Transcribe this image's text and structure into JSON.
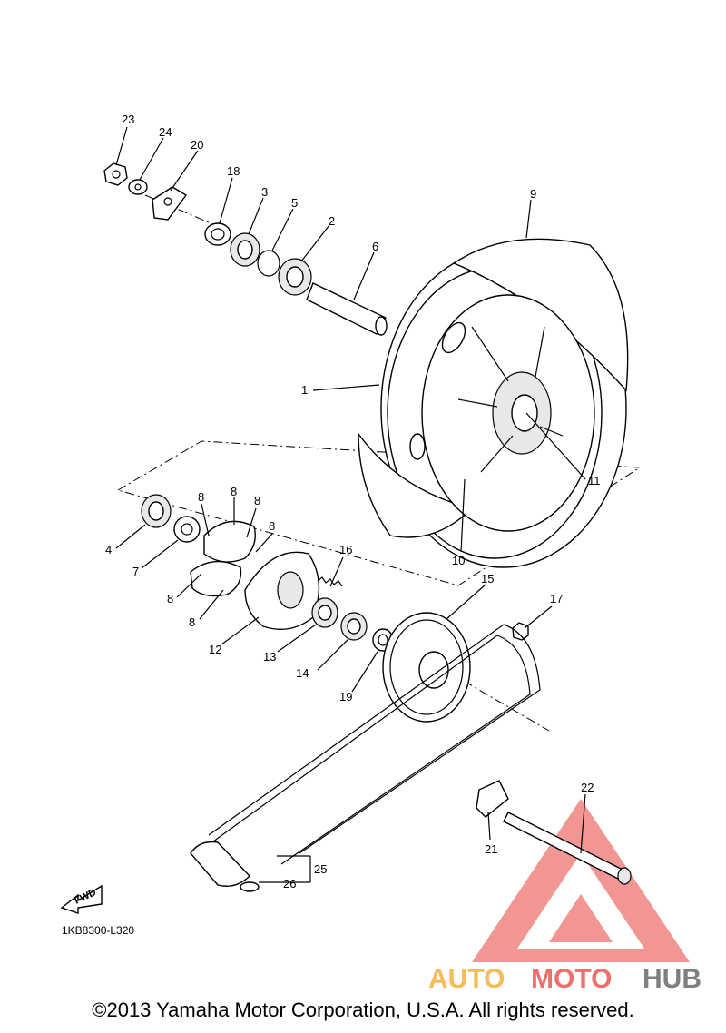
{
  "diagram": {
    "drawing_code": "1KB8300-L320",
    "fwd_label": "FWD",
    "copyright": "©2013 Yamaha Motor Corporation, U.S.A. All rights reserved.",
    "watermark": {
      "part1": "AUTO",
      "part2": "MOTO",
      "part3": "HUB"
    },
    "callouts": [
      "1",
      "2",
      "3",
      "4",
      "5",
      "6",
      "7",
      "8",
      "8",
      "8",
      "8",
      "8",
      "8",
      "9",
      "10",
      "11",
      "12",
      "13",
      "14",
      "15",
      "16",
      "17",
      "18",
      "19",
      "20",
      "21",
      "22",
      "23",
      "24",
      "25",
      "26"
    ]
  },
  "colors": {
    "watermark_red": "#e8413c",
    "watermark_orange": "#f5a623",
    "watermark_gray": "#555555"
  }
}
